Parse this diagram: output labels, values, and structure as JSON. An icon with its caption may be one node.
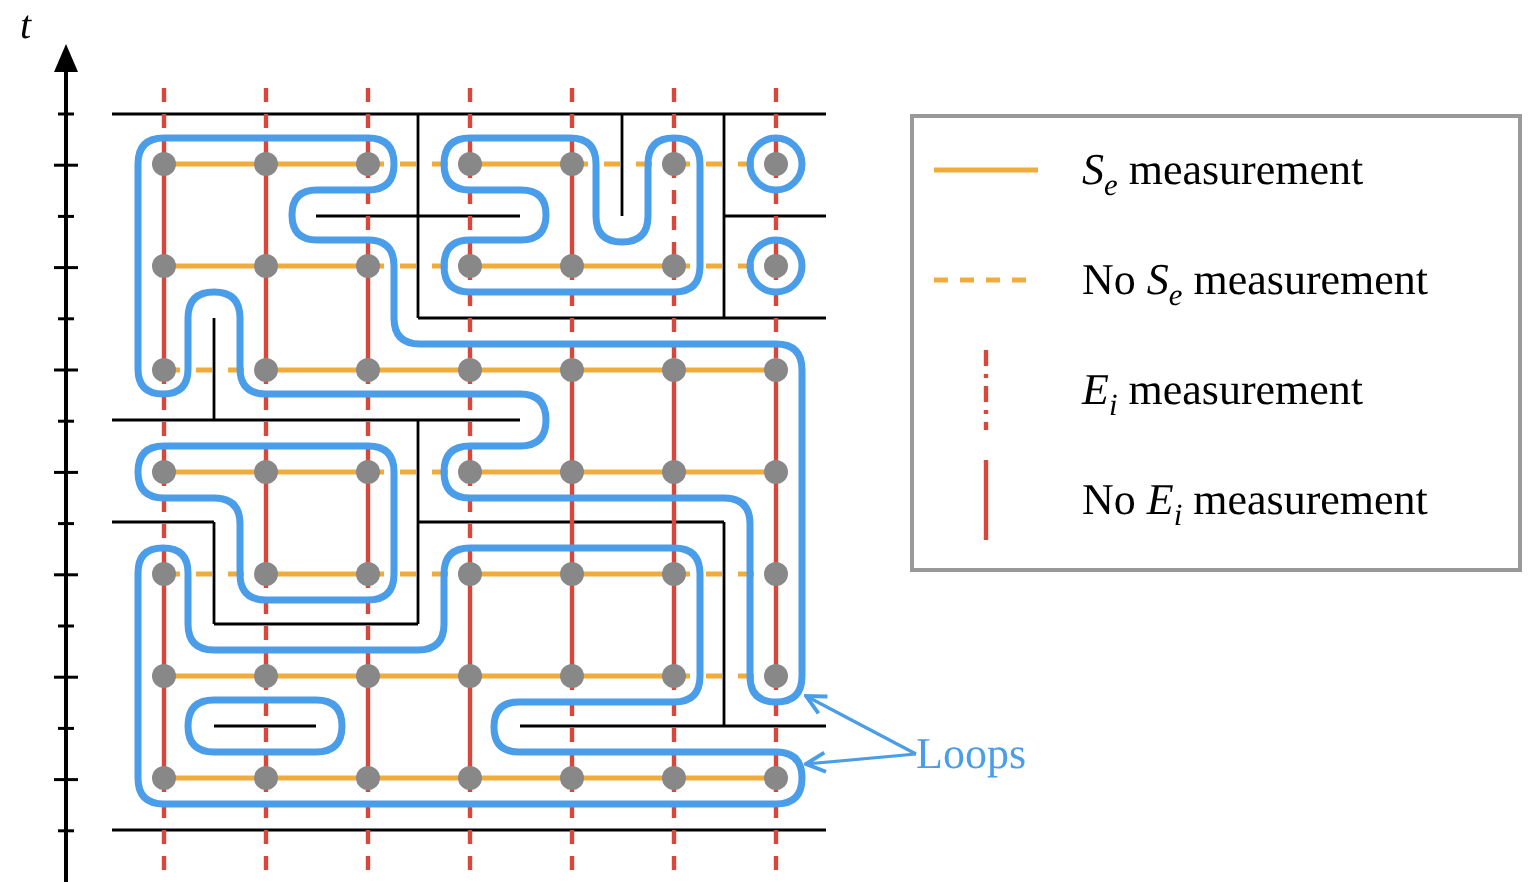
{
  "diagram": {
    "nodes": [
      {
        "text": [
          "Loops"
        ]
      },
      {
        "text": [],
        "shape": "loop"
      },
      {
        "text": [],
        "shape": "loop"
      }
    ],
    "edges": [
      {
        "from": 0,
        "to": 1,
        "arrow": "to"
      },
      {
        "from": 0,
        "to": 2,
        "arrow": "to"
      }
    ],
    "labels": [
      "t"
    ],
    "legend": [
      {
        "text": "*S*$_{e}$ measurement"
      },
      {
        "text": "No *S*$_{e}$ measurement"
      },
      {
        "text": "*E*$_{i}$ measurement"
      },
      {
        "text": "No *E*$_{i}$ measurement"
      }
    ]
  }
}
